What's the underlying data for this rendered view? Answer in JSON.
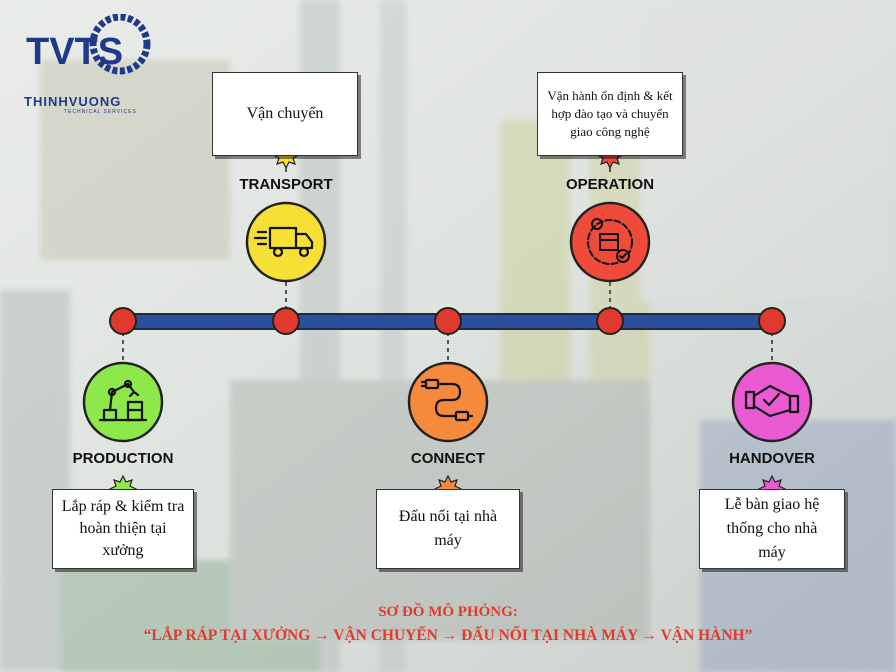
{
  "brand": {
    "logo_text": "TVTS",
    "name": "THINHVUONG",
    "subtitle": "TECHNICAL SERVICES",
    "color": "#1f3a8a"
  },
  "stages": [
    {
      "key": "production",
      "label": "PRODUCTION",
      "description": "Lắp ráp & kiểm tra hoàn thiện tại xưởng",
      "color": "#8ee84a",
      "icon": "robot-arm-icon"
    },
    {
      "key": "transport",
      "label": "TRANSPORT",
      "description": "Vận chuyển",
      "color": "#f7e036",
      "icon": "truck-icon"
    },
    {
      "key": "connect",
      "label": "CONNECT",
      "description": "Đấu nối tại nhà máy",
      "color": "#f58a3c",
      "icon": "cable-icon"
    },
    {
      "key": "operation",
      "label": "OPERATION",
      "description": "Vận hành ổn định & kết hợp đào tạo và chuyển giao công nghệ",
      "color": "#ef4a3a",
      "icon": "gear-operation-icon"
    },
    {
      "key": "handover",
      "label": "HANDOVER",
      "description": "Lễ bàn giao hệ thống cho nhà máy",
      "color": "#e95ad3",
      "icon": "handover-check-icon"
    }
  ],
  "timeline": {
    "bar_color": "#2b4f9a",
    "node_color": "#e03a2e"
  },
  "footer": {
    "title": "SƠ ĐỒ MÔ PHỎNG:",
    "subtitle": "“LẮP RÁP TẠI XƯỞNG → VẬN CHUYỂN → ĐẤU NỐI TẠI NHÀ MÁY → VẬN HÀNH”"
  }
}
